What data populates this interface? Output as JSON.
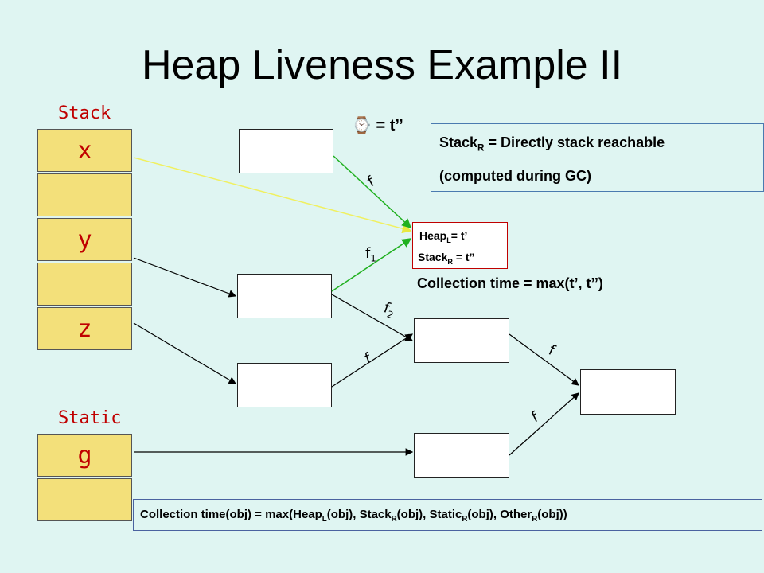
{
  "title": "Heap Liveness Example II",
  "stack_label": "Stack",
  "static_label": "Static",
  "stack_cells": [
    "x",
    "",
    "y",
    "",
    "z"
  ],
  "static_cells": [
    "g",
    ""
  ],
  "marker": {
    "icon": "clock-icon",
    "glyph": "⌚",
    "text": "= t’’"
  },
  "info": {
    "line1_prefix": "Stack",
    "line1_sub": "R",
    "line1_suffix": " = Directly stack reachable",
    "line2": "(computed during GC)"
  },
  "heap_obj": {
    "l1_prefix": "Heap",
    "l1_sub": "L",
    "l1_suffix": "= t’",
    "l2_prefix": "Stack",
    "l2_sub": "R",
    "l2_suffix": " = t”"
  },
  "collection_time": "Collection time = max(t’, t’’)",
  "edge_labels": {
    "f_top": "f",
    "f1": "f",
    "f1_sub": "1",
    "f2": "f",
    "f2_sub": "2",
    "f_mid": "f",
    "f_right_top": "f",
    "f_right_bottom": "f"
  },
  "formula": {
    "p1": "Collection time(obj) = max(Heap",
    "s1": "L",
    "p2": "(obj), Stack",
    "s2": "R",
    "p3": "(obj), Static",
    "s3": "R",
    "p4": "(obj), Other",
    "s4": "R",
    "p5": "(obj))"
  },
  "colors": {
    "stack_fill": "#f3e07a",
    "label_red": "#c00000",
    "yellow_edge": "#f0f060",
    "green_edge": "#20b020",
    "background": "#dff5f2"
  }
}
